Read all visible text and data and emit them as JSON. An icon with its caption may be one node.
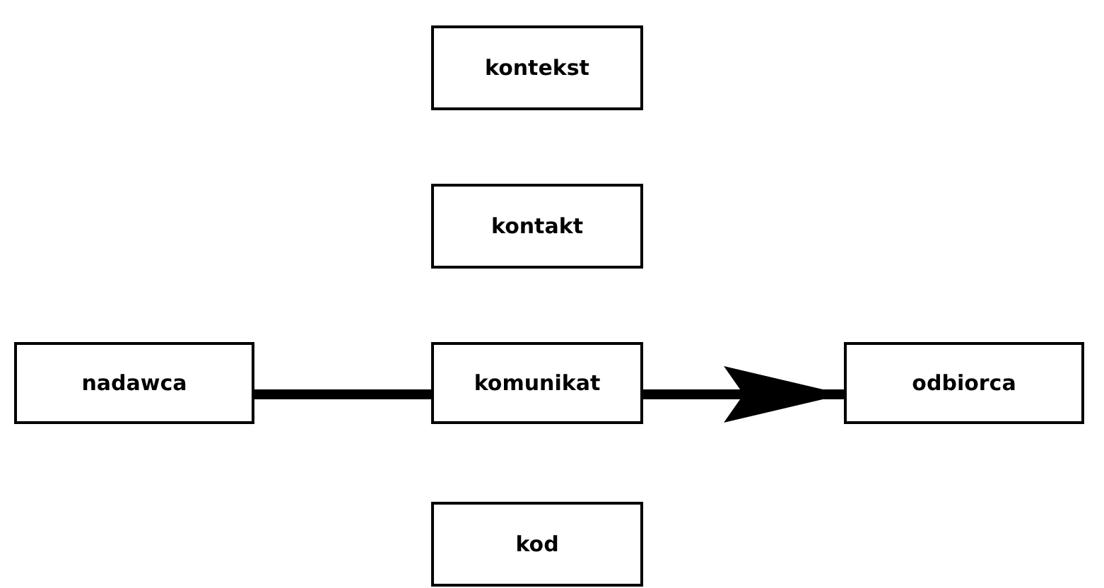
{
  "diagram": {
    "nodes": [
      {
        "text": [
          "kontekst"
        ]
      },
      {
        "text": [
          "kontakt"
        ]
      },
      {
        "text": [
          "nadawca"
        ]
      },
      {
        "text": [
          "komunikat"
        ]
      },
      {
        "text": [
          "odbiorca"
        ]
      },
      {
        "text": [
          "kod"
        ]
      }
    ],
    "edges": [
      {
        "from": 2,
        "to": 3,
        "arrow": "none"
      },
      {
        "from": 3,
        "to": 4,
        "arrow": "to"
      }
    ]
  }
}
